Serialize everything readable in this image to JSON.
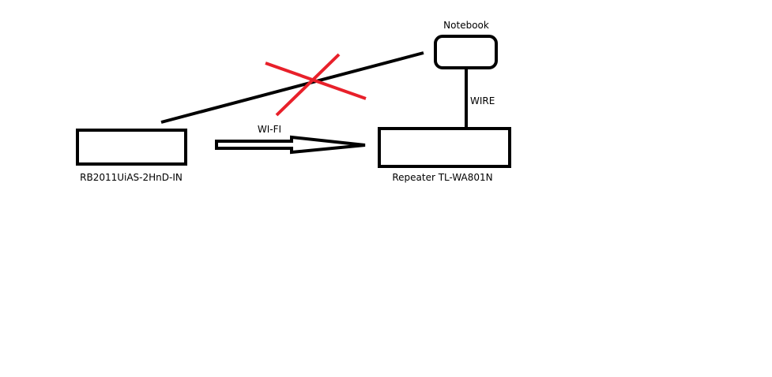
{
  "labels": {
    "notebook": "Notebook",
    "wire": "WIRE",
    "wifi": "WI-FI",
    "router": "RB2011UiAS-2HnD-IN",
    "repeater": "Repeater TL-WA801N"
  },
  "colors": {
    "stroke": "#000000",
    "cross": "#e8202a",
    "background": "#ffffff"
  }
}
